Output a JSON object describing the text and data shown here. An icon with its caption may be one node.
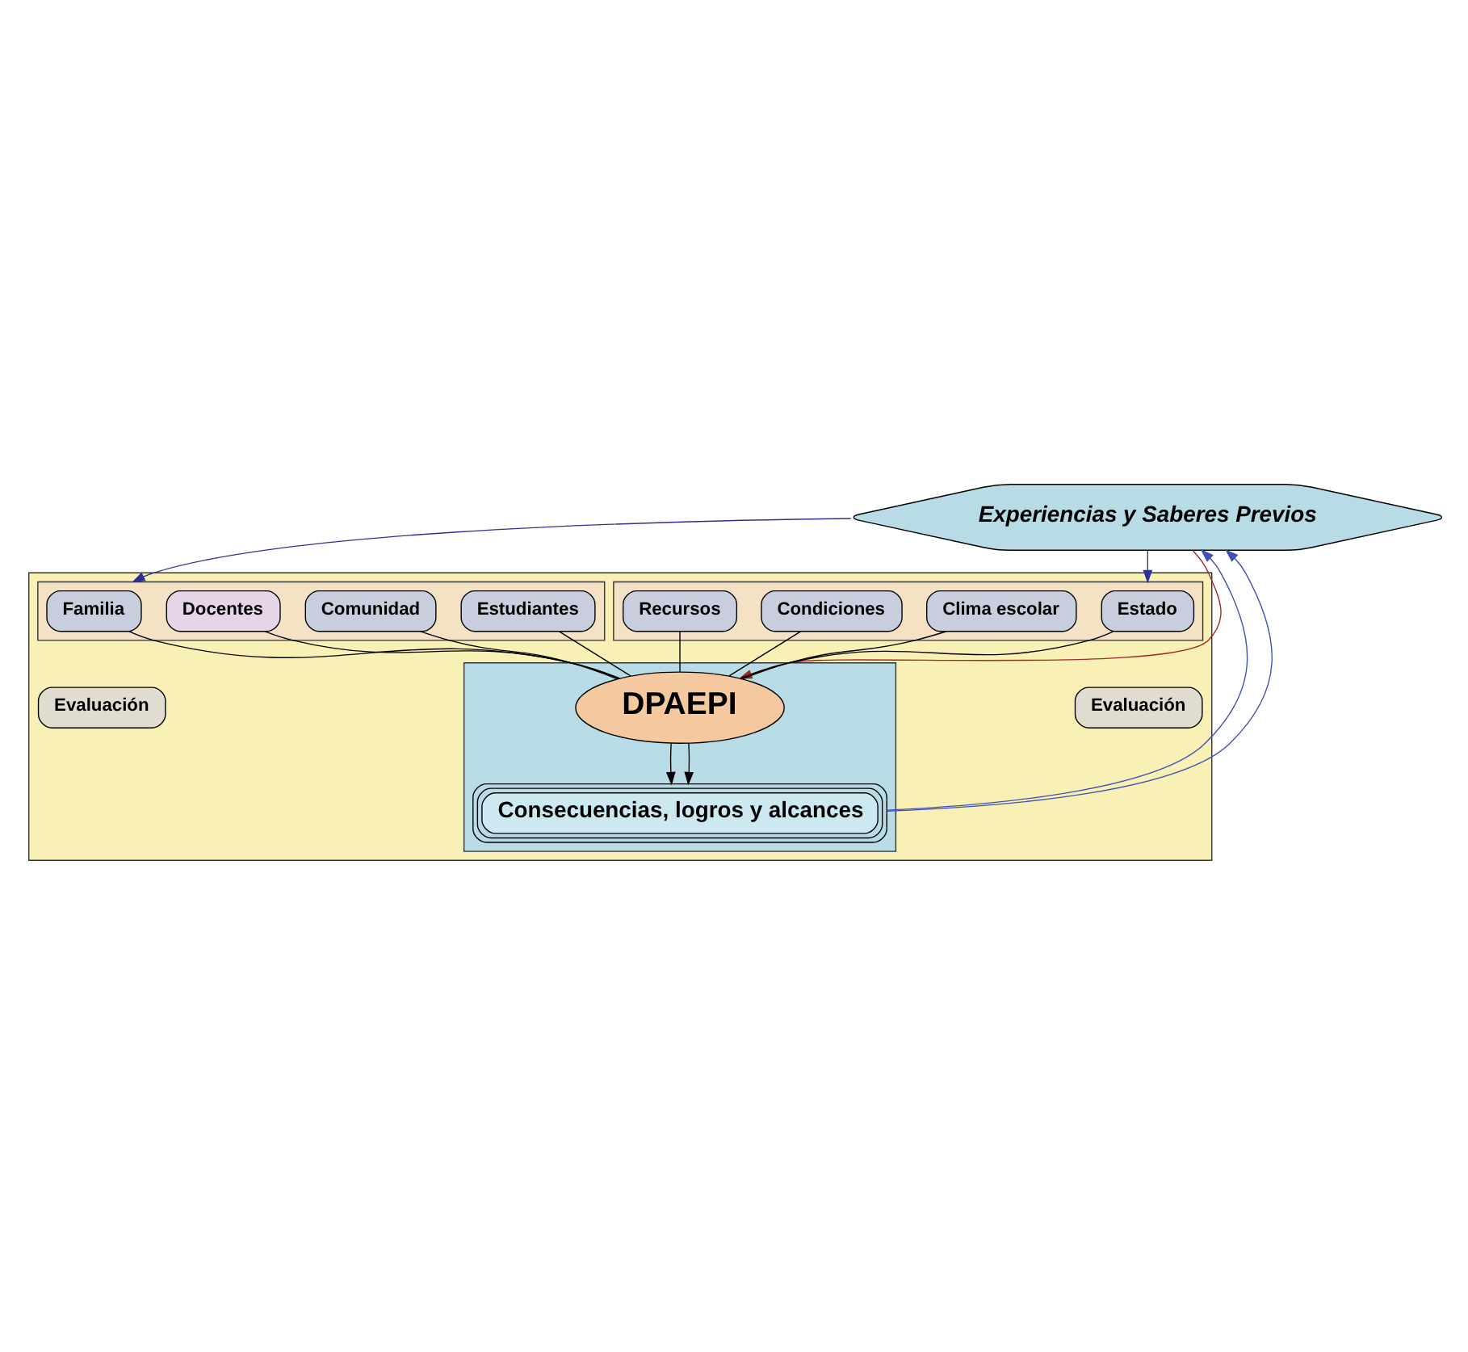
{
  "diagram": {
    "nodes": [
      {
        "text": [
          "Experiencias y Saberes Previos"
        ]
      },
      {
        "text": [],
        "shape": "box"
      },
      {
        "text": [],
        "shape": "box",
        "in": 1
      },
      {
        "text": [
          "Estado"
        ],
        "in": 2
      },
      {
        "text": [
          "Condiciones"
        ],
        "in": 2
      },
      {
        "text": [
          "Recursos"
        ],
        "in": 2
      },
      {
        "text": [
          "Clima escolar"
        ],
        "in": 2
      },
      {
        "text": [],
        "shape": "box",
        "in": 1
      },
      {
        "text": [
          "Familia"
        ],
        "in": 7
      },
      {
        "text": [
          "Docentes"
        ],
        "in": 7
      },
      {
        "text": [
          "Estudiantes"
        ],
        "in": 7
      },
      {
        "text": [
          "Comunidad"
        ],
        "in": 7
      },
      {
        "text": [
          "Evaluación"
        ],
        "in": 1
      },
      {
        "text": [
          "Evaluación"
        ],
        "in": 1
      },
      {
        "text": [],
        "shape": "box",
        "in": 1
      },
      {
        "text": [
          "DPAEPI"
        ],
        "in": 14
      },
      {
        "text": [
          "Consecuencias, logros y alcances"
        ],
        "in": 14
      }
    ],
    "edges": [
      {
        "from": 0,
        "to": 2,
        "arrow": "to",
        "color": "#2e3192"
      },
      {
        "from": 0,
        "to": 7,
        "arrow": "to",
        "color": "#2e3192"
      },
      {
        "from": 0,
        "to": 15,
        "arrow": "to",
        "color": "#a0282a"
      },
      {
        "from": 3,
        "to": 15,
        "arrow": "none"
      },
      {
        "from": 4,
        "to": 15,
        "arrow": "none"
      },
      {
        "from": 5,
        "to": 15,
        "arrow": "none"
      },
      {
        "from": 6,
        "to": 15,
        "arrow": "none"
      },
      {
        "from": 8,
        "to": 15,
        "arrow": "none"
      },
      {
        "from": 9,
        "to": 15,
        "arrow": "none"
      },
      {
        "from": 10,
        "to": 15,
        "arrow": "none"
      },
      {
        "from": 11,
        "to": 15,
        "arrow": "none"
      },
      {
        "from": 15,
        "to": 16,
        "arrow": "to"
      },
      {
        "from": 15,
        "to": 16,
        "arrow": "to"
      },
      {
        "from": 16,
        "to": 0,
        "arrow": "to",
        "color": "#3f51b5"
      },
      {
        "from": 16,
        "to": 0,
        "arrow": "to",
        "color": "#3f51b5"
      }
    ]
  }
}
